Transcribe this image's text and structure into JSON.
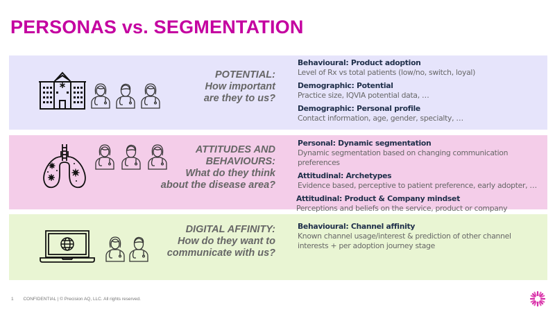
{
  "title": "PERSONAS vs. SEGMENTATION",
  "colors": {
    "title": "#c400a0",
    "potential_bg": "#e6e4fb",
    "attitudes_bg": "#f4cde9",
    "digital_bg": "#e9f5d3",
    "question_text": "#666666",
    "item_heading": "#1f2f4a"
  },
  "rows": [
    {
      "icons": [
        "hospital-icon",
        "female-doctor-icon",
        "male-doctor-icon",
        "female-doctor-icon"
      ],
      "question_lines": [
        "POTENTIAL:",
        "How important",
        "are they to us?"
      ],
      "items": [
        {
          "heading": "Behavioural: Product adoption",
          "desc": "Level of Rx vs total patients (low/no, switch, loyal)"
        },
        {
          "heading": "Demographic: Potential",
          "desc": "Practice size, IQVIA potential data, …"
        },
        {
          "heading": "Demographic: Personal profile",
          "desc": "Contact information,  age, gender, specialty, …"
        }
      ]
    },
    {
      "icons": [
        "lungs-icon",
        "female-doctor-icon",
        "male-doctor-icon",
        "female-doctor-icon"
      ],
      "question_lines": [
        "ATTITUDES AND",
        "BEHAVIOURS:",
        "What do they think",
        "about the disease area?"
      ],
      "items": [
        {
          "heading": "Personal: Dynamic segmentation",
          "desc": "Dynamic segmentation based on changing  communication preferences"
        },
        {
          "heading": "Attitudinal: Archetypes",
          "desc": "Evidence based,  perceptive to patient preference, early adopter, …"
        },
        {
          "heading": "Attitudinal: Product & Company mindset",
          "desc": "Perceptions and  beliefs on the service, product or company"
        }
      ]
    },
    {
      "icons": [
        "laptop-globe-icon",
        "female-doctor-icon",
        "male-doctor-icon"
      ],
      "question_lines": [
        "DIGITAL AFFINITY:",
        "How do they want to",
        "communicate with us?"
      ],
      "items": [
        {
          "heading": "Behavioural: Channel affinity",
          "desc": "Known channel usage/interest & prediction of other channel",
          "desc2": "interests + per adoption  journey stage"
        }
      ]
    }
  ],
  "footer": {
    "page": "1",
    "text": "CONFIDENTIAL  | © Precision AQ, LLC.  All rights reserved."
  },
  "logo": "precision-flower-logo"
}
